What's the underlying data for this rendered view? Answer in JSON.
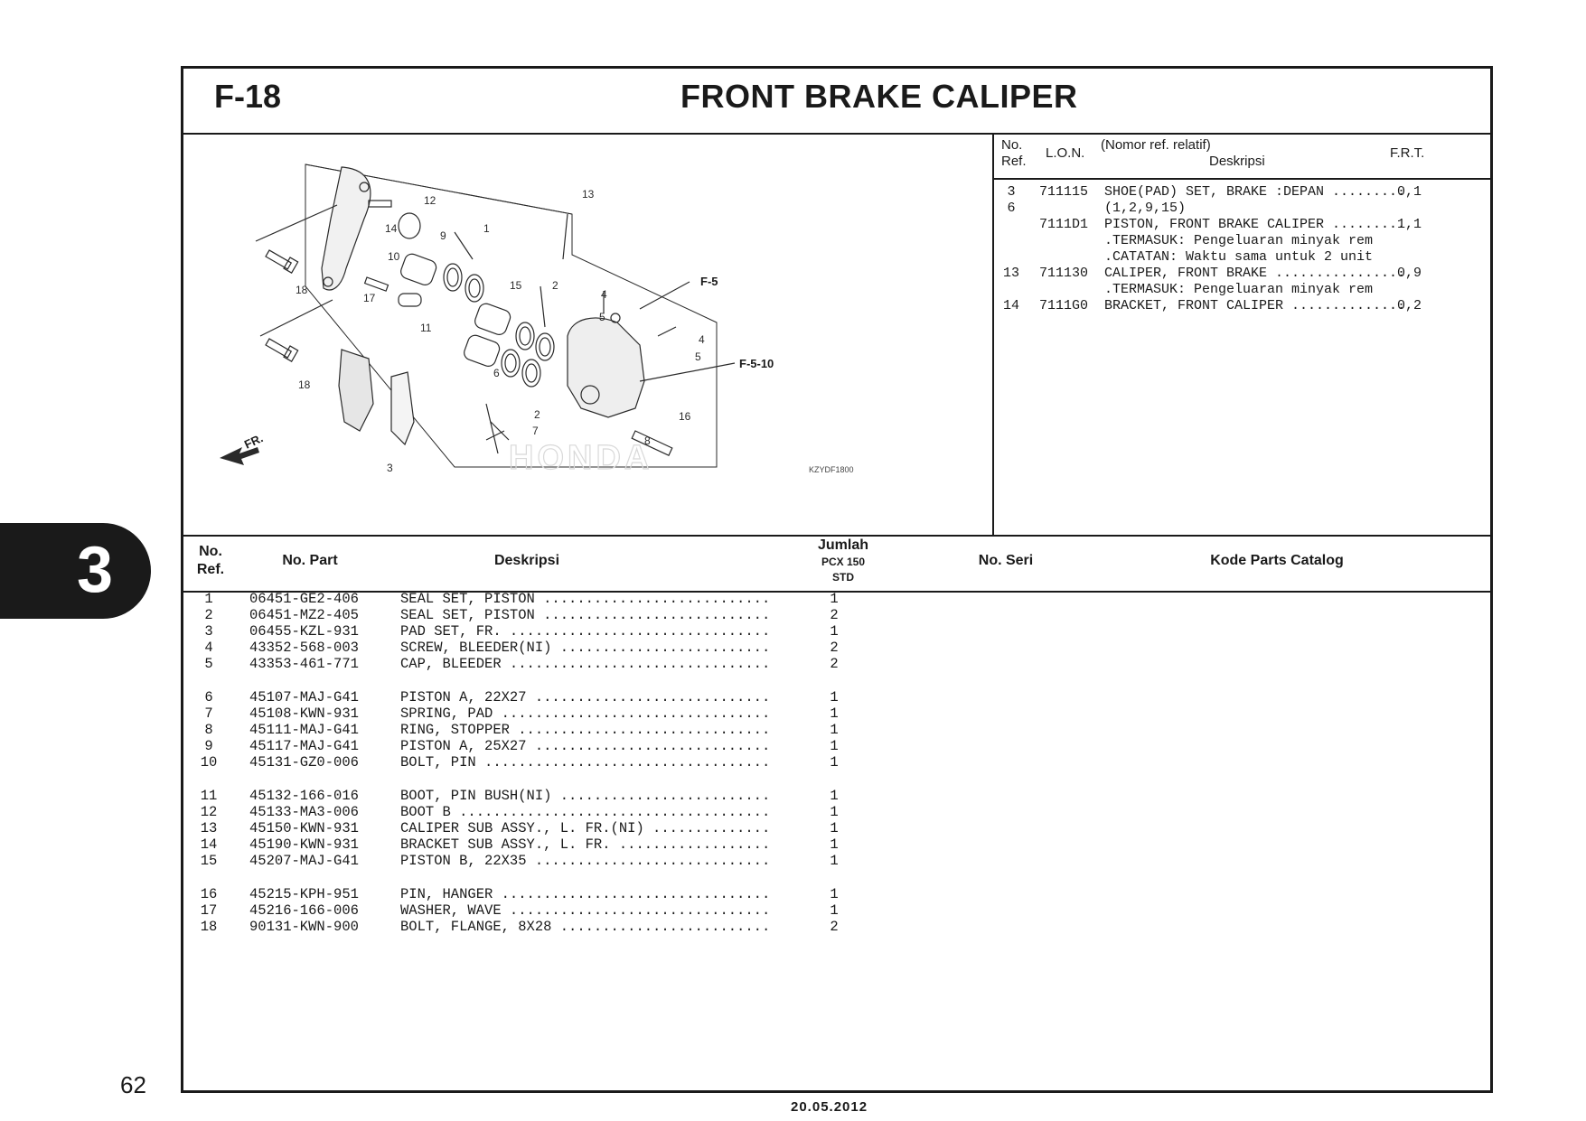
{
  "header": {
    "section_code": "F-18",
    "title": "FRONT BRAKE CALIPER"
  },
  "diagram": {
    "callouts": [
      "1",
      "2",
      "2",
      "3",
      "4",
      "4",
      "5",
      "5",
      "6",
      "7",
      "8",
      "9",
      "10",
      "11",
      "12",
      "13",
      "14",
      "15",
      "16",
      "17",
      "18",
      "18"
    ],
    "refs": [
      "F-5",
      "F-5-10"
    ],
    "fr_label": "FR.",
    "watermark": "HONDA",
    "code": "KZYDF1800"
  },
  "frt": {
    "headers": {
      "no": "No.",
      "ref": "Ref.",
      "lon": "L.O.N.",
      "nomor": "(Nomor ref. relatif)",
      "deskripsi": "Deskripsi",
      "frt": "F.R.T."
    },
    "rows": [
      {
        "ref": "3",
        "lon": "711115",
        "desc": "SHOE(PAD) SET, BRAKE :DEPAN .........",
        "frt": "0,1"
      },
      {
        "ref": "6",
        "lon": "",
        "desc": "(1,2,9,15)",
        "frt": ""
      },
      {
        "ref": "",
        "lon": "7111D1",
        "desc": "PISTON, FRONT BRAKE CALIPER .........",
        "frt": "1,1"
      },
      {
        "ref": "",
        "lon": "",
        "desc": ".TERMASUK: Pengeluaran minyak rem",
        "frt": ""
      },
      {
        "ref": "",
        "lon": "",
        "desc": ".CATATAN: Waktu sama untuk 2 unit",
        "frt": ""
      },
      {
        "ref": "13",
        "lon": "711130",
        "desc": "CALIPER, FRONT BRAKE ................",
        "frt": "0,9"
      },
      {
        "ref": "",
        "lon": "",
        "desc": ".TERMASUK: Pengeluaran minyak rem",
        "frt": ""
      },
      {
        "ref": "14",
        "lon": "7111G0",
        "desc": "BRACKET, FRONT CALIPER ..............",
        "frt": "0,2"
      }
    ]
  },
  "table": {
    "headers": {
      "no": "No.",
      "ref": "Ref.",
      "part": "No. Part",
      "desc": "Deskripsi",
      "jumlah": "Jumlah",
      "model": "PCX 150",
      "std": "STD",
      "seri": "No. Seri",
      "kode": "Kode Parts Catalog"
    },
    "rows": [
      {
        "ref": "1",
        "part": "06451-GE2-406",
        "desc": "SEAL SET, PISTON ...........................",
        "qty": "1"
      },
      {
        "ref": "2",
        "part": "06451-MZ2-405",
        "desc": "SEAL SET, PISTON ...........................",
        "qty": "2"
      },
      {
        "ref": "3",
        "part": "06455-KZL-931",
        "desc": "PAD SET, FR. ...............................",
        "qty": "1"
      },
      {
        "ref": "4",
        "part": "43352-568-003",
        "desc": "SCREW, BLEEDER(NI) .........................",
        "qty": "2"
      },
      {
        "ref": "5",
        "part": "43353-461-771",
        "desc": "CAP, BLEEDER ...............................",
        "qty": "2"
      },
      {
        "ref": "6",
        "part": "45107-MAJ-G41",
        "desc": "PISTON A, 22X27 ............................",
        "qty": "1"
      },
      {
        "ref": "7",
        "part": "45108-KWN-931",
        "desc": "SPRING, PAD ................................",
        "qty": "1"
      },
      {
        "ref": "8",
        "part": "45111-MAJ-G41",
        "desc": "RING, STOPPER ..............................",
        "qty": "1"
      },
      {
        "ref": "9",
        "part": "45117-MAJ-G41",
        "desc": "PISTON A, 25X27 ............................",
        "qty": "1"
      },
      {
        "ref": "10",
        "part": "45131-GZ0-006",
        "desc": "BOLT, PIN ..................................",
        "qty": "1"
      },
      {
        "ref": "11",
        "part": "45132-166-016",
        "desc": "BOOT, PIN BUSH(NI) .........................",
        "qty": "1"
      },
      {
        "ref": "12",
        "part": "45133-MA3-006",
        "desc": "BOOT B .....................................",
        "qty": "1"
      },
      {
        "ref": "13",
        "part": "45150-KWN-931",
        "desc": "CALIPER SUB ASSY., L. FR.(NI) ..............",
        "qty": "1"
      },
      {
        "ref": "14",
        "part": "45190-KWN-931",
        "desc": "BRACKET SUB ASSY., L. FR. ..................",
        "qty": "1"
      },
      {
        "ref": "15",
        "part": "45207-MAJ-G41",
        "desc": "PISTON B, 22X35 ............................",
        "qty": "1"
      },
      {
        "ref": "16",
        "part": "45215-KPH-951",
        "desc": "PIN, HANGER ................................",
        "qty": "1"
      },
      {
        "ref": "17",
        "part": "45216-166-006",
        "desc": "WASHER, WAVE ...............................",
        "qty": "1"
      },
      {
        "ref": "18",
        "part": "90131-KWN-900",
        "desc": "BOLT, FLANGE, 8X28 .........................",
        "qty": "2"
      }
    ]
  },
  "tab": {
    "number": "3"
  },
  "footer": {
    "page": "62",
    "date": "20.05.2012"
  }
}
